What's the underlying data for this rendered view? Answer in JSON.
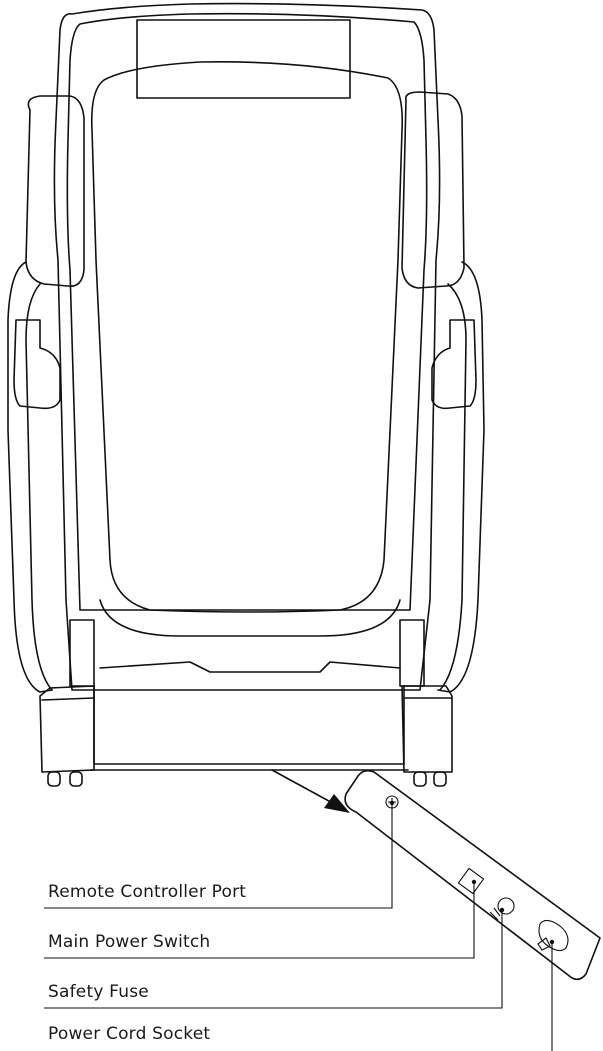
{
  "labels": {
    "remote_port": "Remote Controller Port",
    "power_switch": "Main Power Switch",
    "safety_fuse": "Safety Fuse",
    "power_socket": "Power Cord Socket"
  }
}
